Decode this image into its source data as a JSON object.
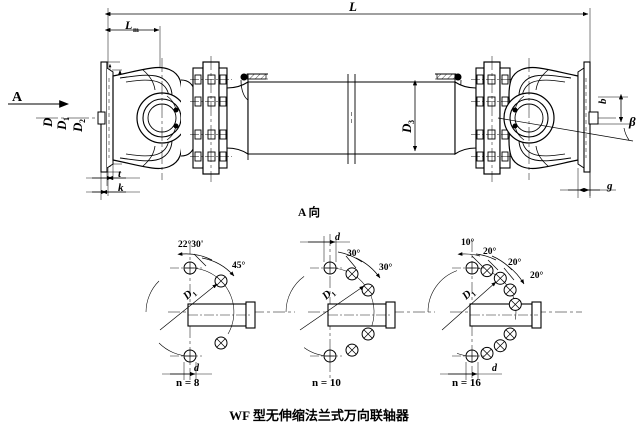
{
  "figure": {
    "caption": "WF 型无伸缩法兰式万向联轴器",
    "view_label": "A 向",
    "view_arrow_label": "A"
  },
  "main_view": {
    "dimensions": {
      "overall_length": "L",
      "flange_to_joint": "L",
      "flange_to_joint_sub": "m",
      "flange_outer_dia": "D",
      "bolt_circle_dia": "D",
      "bolt_circle_dia_sub": "1",
      "spigot_dia": "D",
      "spigot_dia_sub": "2",
      "tube_dia": "D",
      "tube_dia_sub": "3",
      "flange_thickness": "t",
      "spigot_height": "k",
      "key_width": "b",
      "gap": "g",
      "angle": "β"
    }
  },
  "bolt_patterns": [
    {
      "name": "n = 8",
      "bolt_count": 8,
      "pitch_angle": "45°",
      "half_angle": "22°30'",
      "pcd_label": "D",
      "pcd_label_sub": "1",
      "hole_label": "d",
      "angles": [
        "22°30'",
        "45°"
      ]
    },
    {
      "name": "n = 10",
      "bolt_count": 10,
      "pitch_angle": "30°",
      "half_angle": "30°",
      "pcd_label": "D",
      "pcd_label_sub": "1",
      "hole_label": "d",
      "angles": [
        "30°",
        "30°"
      ]
    },
    {
      "name": "n = 16",
      "bolt_count": 16,
      "pitch_angle": "20°",
      "half_angle": "10°",
      "pcd_label": "D",
      "pcd_label_sub": "1",
      "hole_label": "d",
      "angles": [
        "10°",
        "20°",
        "20°",
        "20°"
      ]
    }
  ],
  "colors": {
    "line": "#000000",
    "background": "#ffffff"
  }
}
